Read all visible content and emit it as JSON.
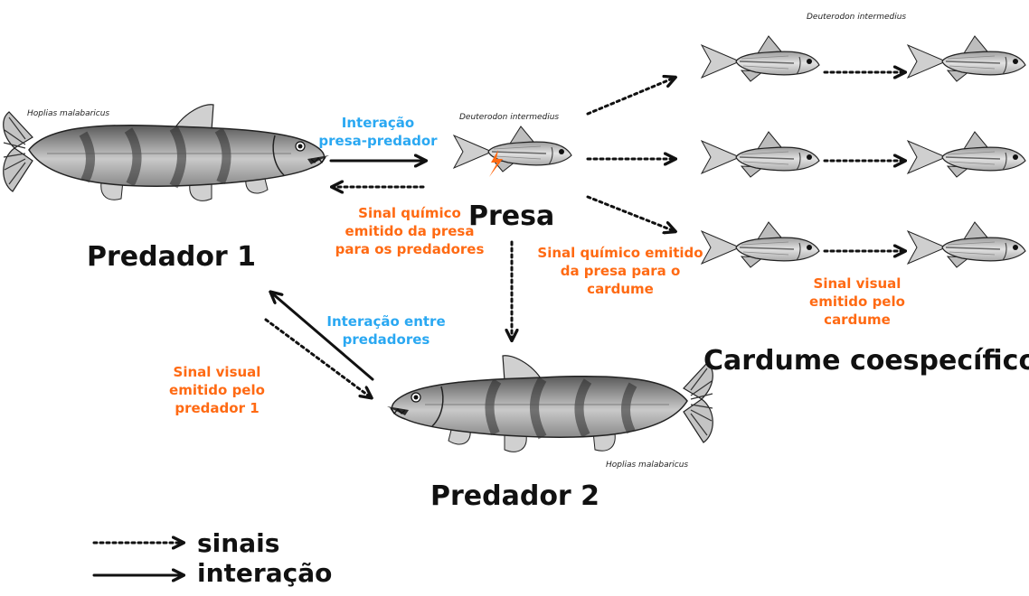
{
  "colors": {
    "signal": "#ff6a13",
    "interaction": "#2aa8f2",
    "ink": "#111111"
  },
  "species": {
    "predator1": "Hoplias malabaricus",
    "predator2": "Hoplias malabaricus",
    "prey": "Deuterodon intermedius",
    "school": "Deuterodon intermedius"
  },
  "nodes": {
    "predator1": "Predador 1",
    "predator2": "Predador 2",
    "prey": "Presa",
    "school": "Cardume coespecífico"
  },
  "edges": {
    "prey_predator": "Interação presa-predador",
    "chem_prey_to_predators": "Sinal químico emitido da presa para os predadores",
    "chem_prey_to_school": "Sinal químico emitido da presa para o cardume",
    "visual_school": "Sinal visual emitido pelo cardume",
    "between_predators": "Interação entre predadores",
    "visual_predator1": "Sinal visual emitido pelo predador 1"
  },
  "legend": {
    "signals": "sinais",
    "interaction": "interação"
  }
}
